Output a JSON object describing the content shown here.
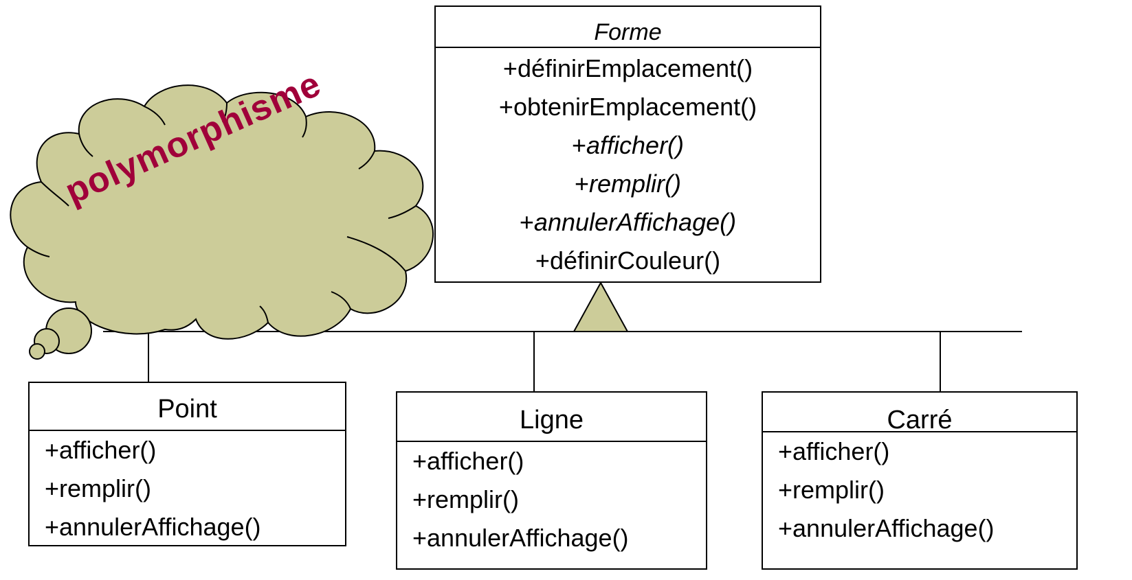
{
  "colors": {
    "cloud_fill": "#cccc99",
    "cloud_text": "#a0003a",
    "inheritance_arrow_fill": "#cccc99",
    "line": "#000000"
  },
  "cloud": {
    "label": "polymorphisme"
  },
  "parent_class": {
    "name": "Forme",
    "operations": [
      {
        "visibility": "+",
        "name": "définirEmplacement()",
        "abstract": false
      },
      {
        "visibility": "+",
        "name": "obtenirEmplacement()",
        "abstract": false
      },
      {
        "visibility": "+",
        "name": "afficher()",
        "abstract": true
      },
      {
        "visibility": "+",
        "name": "remplir()",
        "abstract": true
      },
      {
        "visibility": "+",
        "name": "annulerAffichage()",
        "abstract": true
      },
      {
        "visibility": "+",
        "name": "définirCouleur()",
        "abstract": false
      }
    ]
  },
  "child_classes": [
    {
      "name": "Point",
      "operations": [
        "+afficher()",
        "+remplir()",
        "+annulerAffichage()"
      ]
    },
    {
      "name": "Ligne",
      "operations": [
        "+afficher()",
        "+remplir()",
        "+annulerAffichage()"
      ]
    },
    {
      "name": "Carré",
      "operations": [
        "+afficher()",
        "+remplir()",
        "+annulerAffichage()"
      ]
    }
  ]
}
